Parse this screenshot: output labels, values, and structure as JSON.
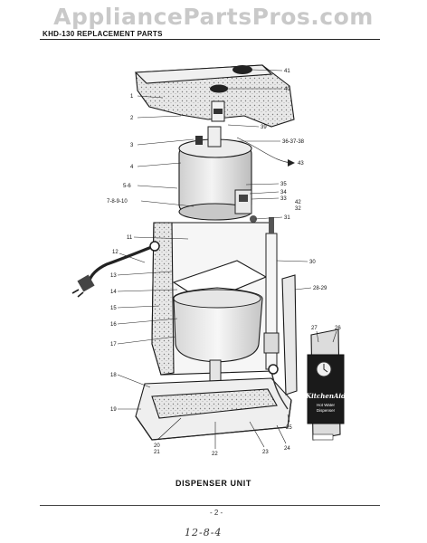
{
  "watermark": "AppliancePartsPros.com",
  "header": "KHD-130 REPLACEMENT PARTS",
  "caption": "DISPENSER UNIT",
  "page_number": "- 2 -",
  "handwritten_note": "12-8-4",
  "part_labels": {
    "l41": "41",
    "l40": "40",
    "l1": "1",
    "l2": "2",
    "l39": "39",
    "l3": "3",
    "l36": "36-37-38",
    "l4": "4",
    "l43": "43",
    "l5": "5-6",
    "l35": "35",
    "l34": "34",
    "l33": "33",
    "l7": "7-8-9-10",
    "l42": "42",
    "l32": "32",
    "l31": "31",
    "l11": "11",
    "l30": "30",
    "l12": "12",
    "l13": "13",
    "l28": "28-29",
    "l14": "14",
    "l15": "15",
    "l16": "16",
    "l27": "27",
    "l26": "26",
    "l17": "17",
    "l18": "18",
    "l19": "19",
    "l25": "25",
    "l20": "20",
    "l21": "21",
    "l22": "22",
    "l23": "23",
    "l24": "24"
  },
  "badge": {
    "brand": "KitchenAid",
    "line1": "Hot Water",
    "line2": "Dispenser"
  }
}
